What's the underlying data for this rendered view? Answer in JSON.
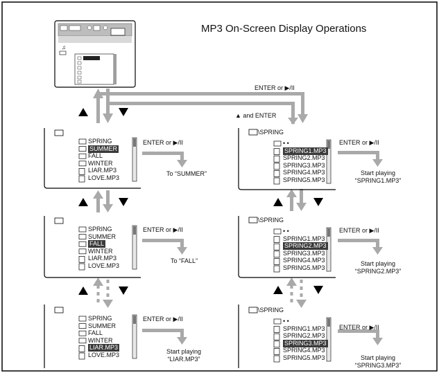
{
  "title": "MP3 On-Screen Display Operations",
  "actions": {
    "enter_or_play": "ENTER or ▶/II",
    "up_and_enter": "▲ and ENTER",
    "up": "▲",
    "down": "▼"
  },
  "folder_list": [
    "SPRING",
    "SUMMER",
    "FALL",
    "WINTER",
    "LIAR.MP3",
    "LOVE.MP3"
  ],
  "spring_path": "\\SPRING",
  "parent_dir": "• •",
  "spring_files": [
    "SPRING1.MP3",
    "SPRING2.MP3",
    "SPRING3.MP3",
    "SPRING4.MP3",
    "SPRING5.MP3"
  ],
  "results": {
    "left_1": "To “SUMMER”",
    "left_2": "To “FALL”",
    "left_3_line1": "Start playing",
    "left_3_line2": "“LIAR.MP3”",
    "right_1_line1": "Start playing",
    "right_1_line2": "“SPRING1.MP3”",
    "right_2_line1": "Start playing",
    "right_2_line2": "“SPRING2.MP3”",
    "right_3_line1": "Start playing",
    "right_3_line2": "“SPRING3.MP3”"
  }
}
